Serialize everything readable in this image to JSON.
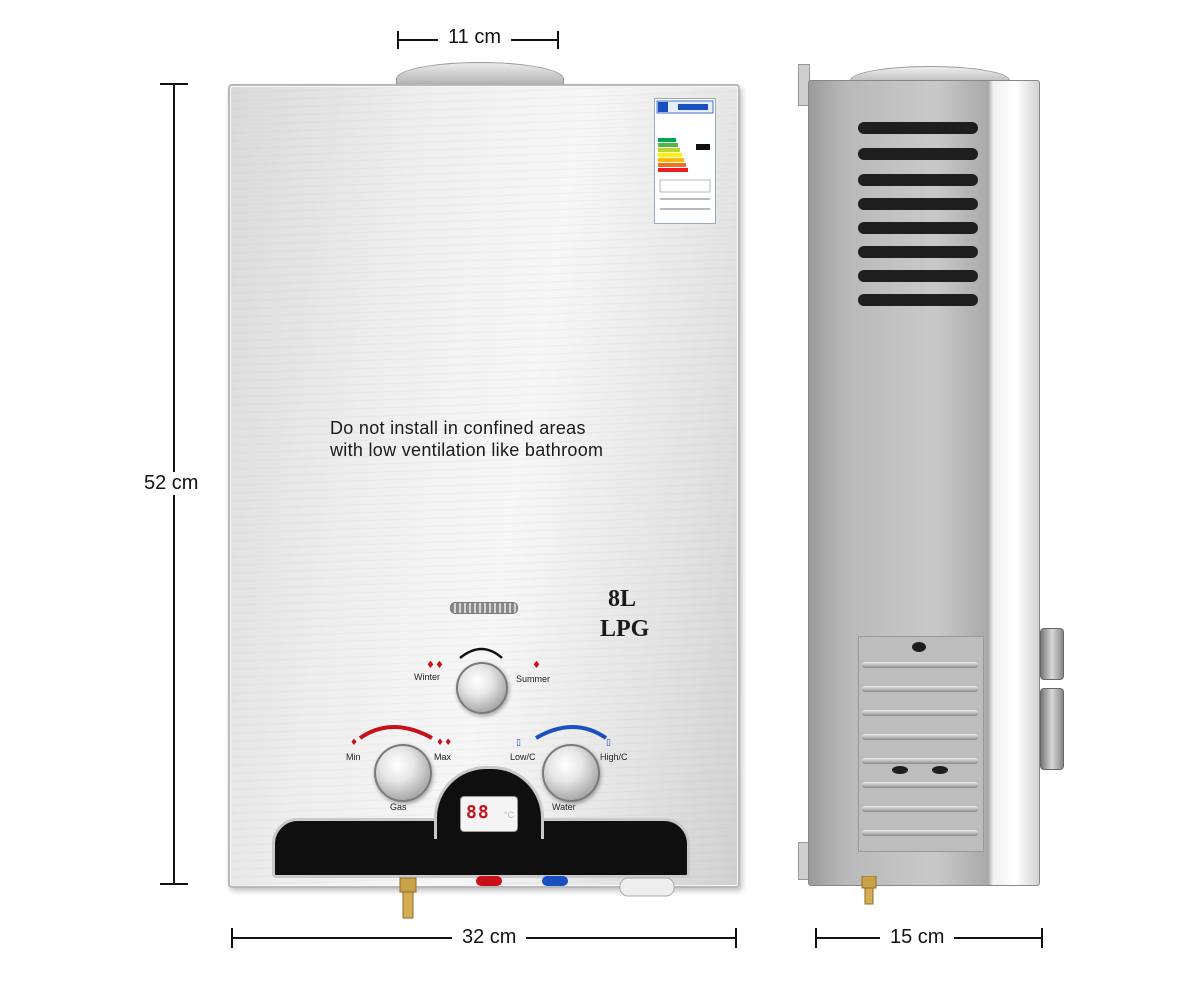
{
  "dimensions": {
    "flue_width": "11 cm",
    "height": "52 cm",
    "width": "32 cm",
    "depth": "15 cm"
  },
  "panel": {
    "warning_line1": "Do not install in confined areas",
    "warning_line2": "with low ventilation like bathroom",
    "capacity": "8L",
    "fuel": "LPG"
  },
  "controls": {
    "mode_left": "Winter",
    "mode_right": "Summer",
    "gas_min": "Min",
    "gas_max": "Max",
    "gas_label": "Gas",
    "water_low": "Low/C",
    "water_high": "High/C",
    "water_label": "Water",
    "display_value": "88",
    "display_unit": "°C"
  },
  "colors": {
    "hot_arc": "#c8101b",
    "cold_arc": "#1a4fc0",
    "panel_black": "#0f0f0f",
    "lcd_red": "#c0141b"
  }
}
